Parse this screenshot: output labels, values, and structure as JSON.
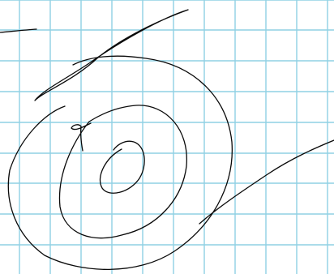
{
  "paper": {
    "background_color": "#ffffff",
    "grid_color": "#8fd0e4",
    "grid_style": "square graph paper"
  },
  "ink": {
    "color": "#0a0a0a",
    "strokes": [
      "short-dash-top-left",
      "long-diagonal-upper",
      "outer-spiral-loop",
      "middle-loop",
      "inner-loop",
      "hook-mark",
      "right-tail-line"
    ]
  }
}
